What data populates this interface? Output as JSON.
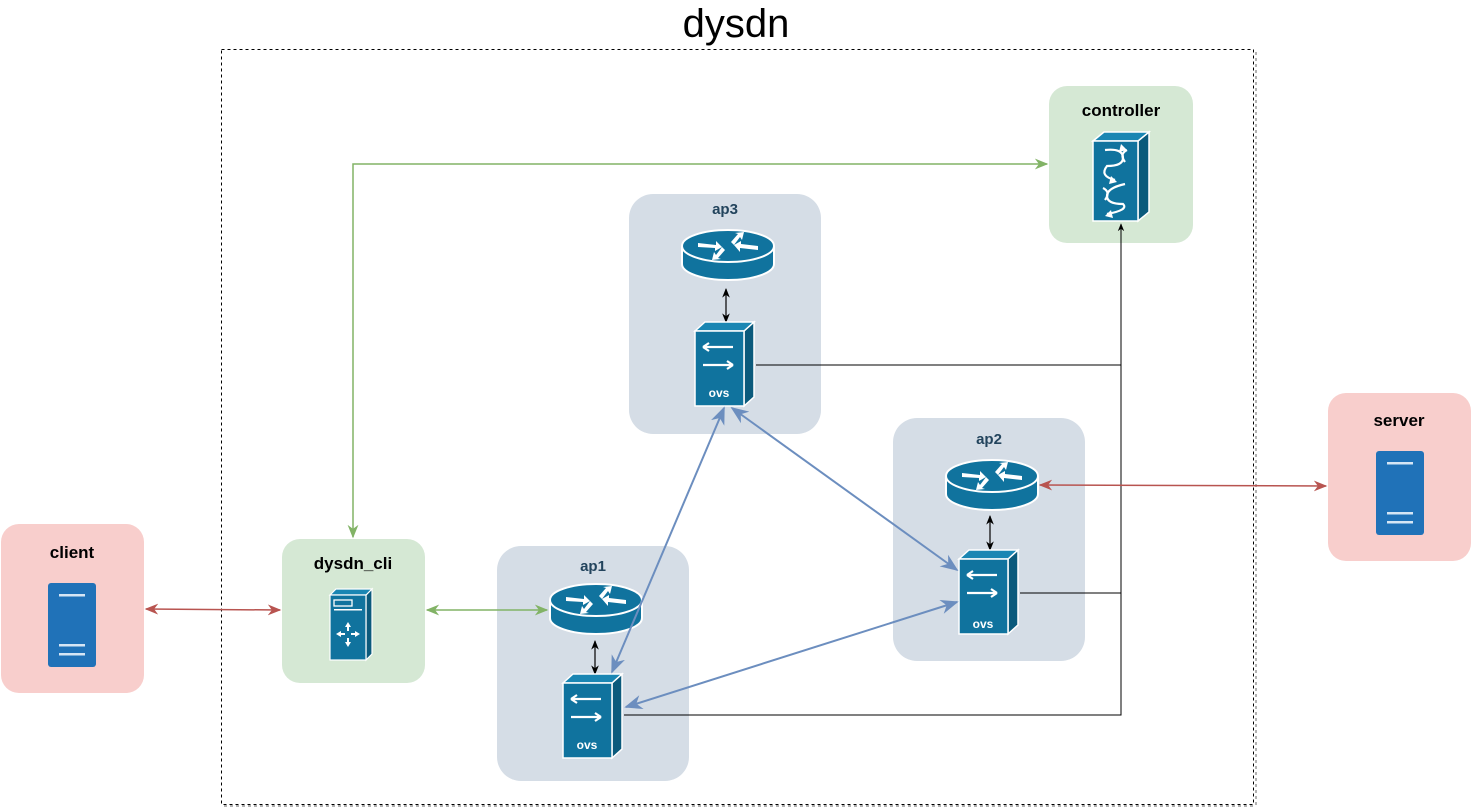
{
  "diagram": {
    "title": "dysdn",
    "nodes": {
      "client": {
        "label": "client"
      },
      "server": {
        "label": "server"
      },
      "dysdn_cli": {
        "label": "dysdn_cli"
      },
      "controller": {
        "label": "controller"
      },
      "ap1": {
        "label": "ap1",
        "switch_label": "ovs"
      },
      "ap2": {
        "label": "ap2",
        "switch_label": "ovs"
      },
      "ap3": {
        "label": "ap3",
        "switch_label": "ovs"
      }
    },
    "colors": {
      "host_fill": "#f8cecc",
      "mgmt_fill": "#d5e8d4",
      "ap_fill": "#d5dde6",
      "icon_blue": "#10739e",
      "server_blue": "#2072b8",
      "edge_red": "#b85450",
      "edge_green": "#82b366",
      "edge_blue": "#6c8ebf",
      "edge_black": "#000000"
    },
    "edges": [
      {
        "from": "client",
        "to": "dysdn_cli",
        "color": "red"
      },
      {
        "from": "dysdn_cli",
        "to": "ap1.router",
        "color": "green"
      },
      {
        "from": "dysdn_cli",
        "to": "controller",
        "color": "green"
      },
      {
        "from": "ap2.router",
        "to": "server",
        "color": "red"
      },
      {
        "from": "ap1.router",
        "to": "ap1.ovs",
        "color": "black"
      },
      {
        "from": "ap2.router",
        "to": "ap2.ovs",
        "color": "black"
      },
      {
        "from": "ap3.router",
        "to": "ap3.ovs",
        "color": "black"
      },
      {
        "from": "ap1.ovs",
        "to": "ap3.ovs",
        "color": "blue"
      },
      {
        "from": "ap1.ovs",
        "to": "ap2.ovs",
        "color": "blue"
      },
      {
        "from": "ap3.ovs",
        "to": "ap2.ovs",
        "color": "blue"
      },
      {
        "from": "ap1.ovs",
        "to": "controller",
        "color": "black"
      },
      {
        "from": "ap2.ovs",
        "to": "controller",
        "color": "black"
      },
      {
        "from": "ap3.ovs",
        "to": "controller",
        "color": "black"
      }
    ]
  }
}
